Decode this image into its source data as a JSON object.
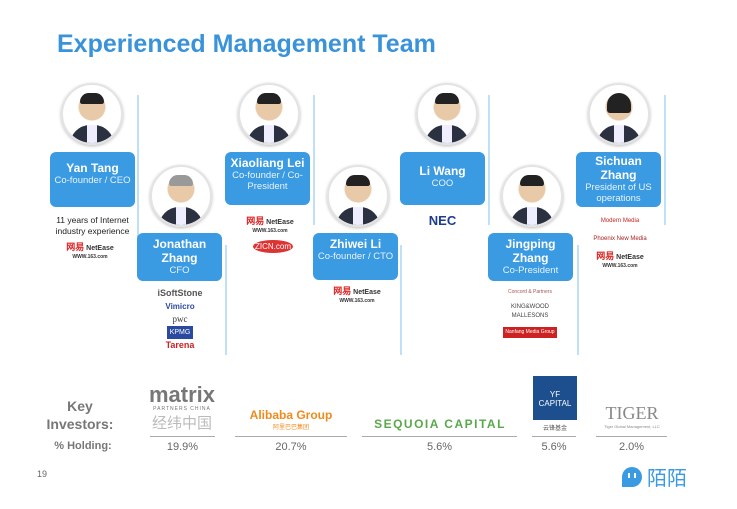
{
  "title": "Experienced Management Team",
  "team": [
    {
      "name": "Yan Tang",
      "role": "Co-founder / CEO",
      "note": "11 years of Internet industry experience",
      "logos": [
        "NetEase"
      ]
    },
    {
      "name": "Jonathan Zhang",
      "role": "CFO",
      "logos": [
        "iSoftStone",
        "Vimicro",
        "pwc",
        "KPMG",
        "Tarena"
      ]
    },
    {
      "name": "Xiaoliang Lei",
      "role": "Co-founder / Co-President",
      "logos": [
        "NetEase",
        "ZICN.com"
      ]
    },
    {
      "name": "Zhiwei Li",
      "role": "Co-founder / CTO",
      "logos": [
        "NetEase"
      ]
    },
    {
      "name": "Li Wang",
      "role": "COO",
      "logos": [
        "NEC"
      ]
    },
    {
      "name": "Jingping Zhang",
      "role": "Co-President",
      "logos": [
        "Concord & Partners",
        "KING&WOOD MALLESONS",
        "Nanfang Media Group"
      ]
    },
    {
      "name": "Sichuan Zhang",
      "role": "President of US operations",
      "logos": [
        "Modern Media",
        "Phoenix New Media",
        "NetEase"
      ]
    }
  ],
  "netease_sub": "WWW.163.com",
  "investors": {
    "label": "Key Investors:",
    "holding_label": "% Holding:",
    "items": [
      {
        "name": "matrix",
        "sub": "PARTNERS CHINA",
        "cn": "经纬中国",
        "holding": "19.9%"
      },
      {
        "name": "Alibaba Group",
        "cn": "阿里巴巴集团",
        "holding": "20.7%"
      },
      {
        "name": "SEQUOIA CAPITAL",
        "holding": "5.6%"
      },
      {
        "name": "YF CAPITAL",
        "cn": "云锋基金",
        "holding": "5.6%"
      },
      {
        "name": "TIGER",
        "sub": "Tiger Global Management, LLC",
        "holding": "2.0%"
      }
    ]
  },
  "page_number": "19",
  "brand": "陌陌",
  "colors": {
    "accent": "#3a93d9",
    "card": "#3a9ae2"
  }
}
